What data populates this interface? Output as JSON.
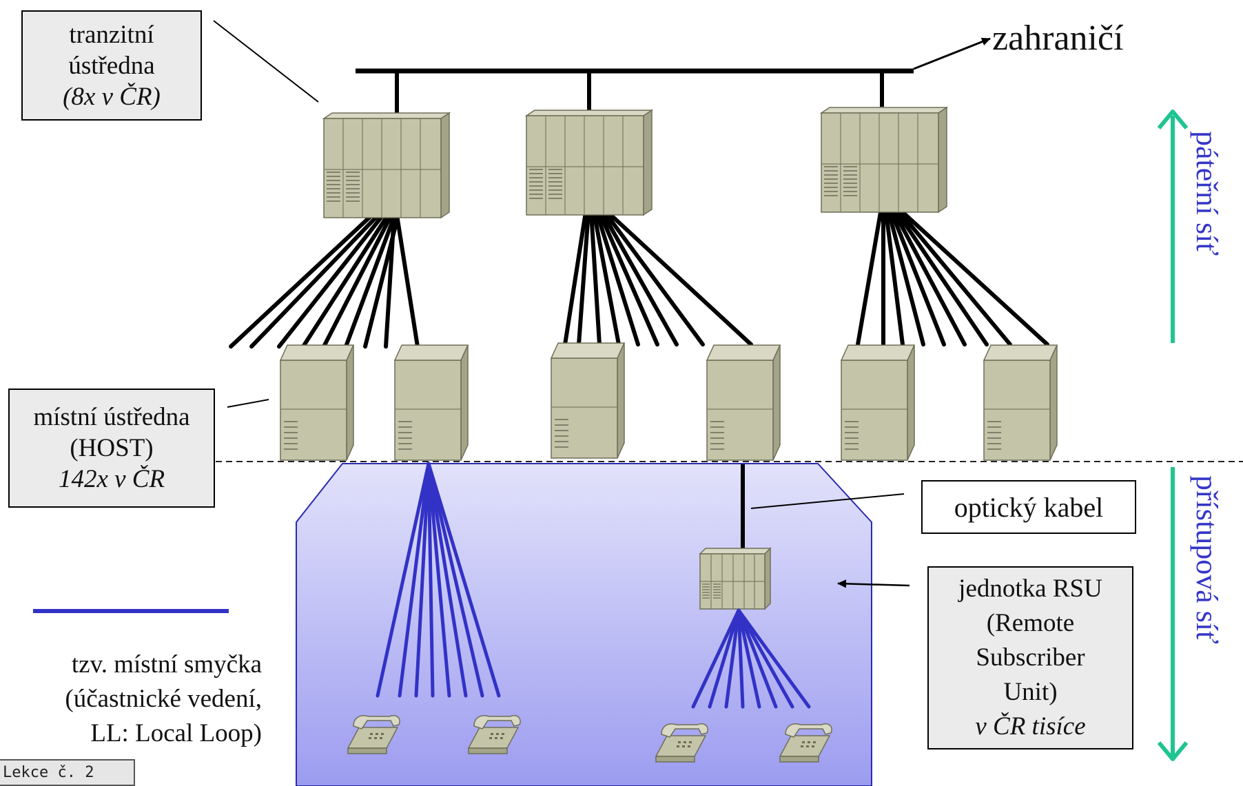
{
  "labels": {
    "abroad": "zahraničí",
    "transit": {
      "line1": "tranzitní",
      "line2": "ústředna",
      "line3": "(8x v ČR)"
    },
    "local": {
      "line1": "místní ústředna",
      "line2": "(HOST)",
      "line3": "142x v ČR"
    },
    "optical": "optický kabel",
    "rsu": {
      "line1": "jednotka RSU",
      "line2": "(Remote",
      "line3": "Subscriber",
      "line4": "Unit)",
      "line5": "v ČR tisíce"
    },
    "loop": {
      "line1": "tzv. místní smyčka",
      "line2": "(účastnické vedení,",
      "line3": "LL: Local Loop)"
    },
    "backbone": "páteřní síť",
    "access": "přístupová síť",
    "footer": "Lekce č. 2"
  },
  "colors": {
    "access_area": "#a5a5f2",
    "local_loop": "#3232c6",
    "backbone_arrow": "#1fc58f",
    "side_text": "#3535c8",
    "equipment": "#c4c4a8"
  },
  "icons": {
    "transit_exchange": "rack-cabinet-icon",
    "local_exchange": "tower-cabinet-icon",
    "rsu_unit": "rack-cabinet-icon",
    "telephone": "desk-telephone-icon"
  }
}
